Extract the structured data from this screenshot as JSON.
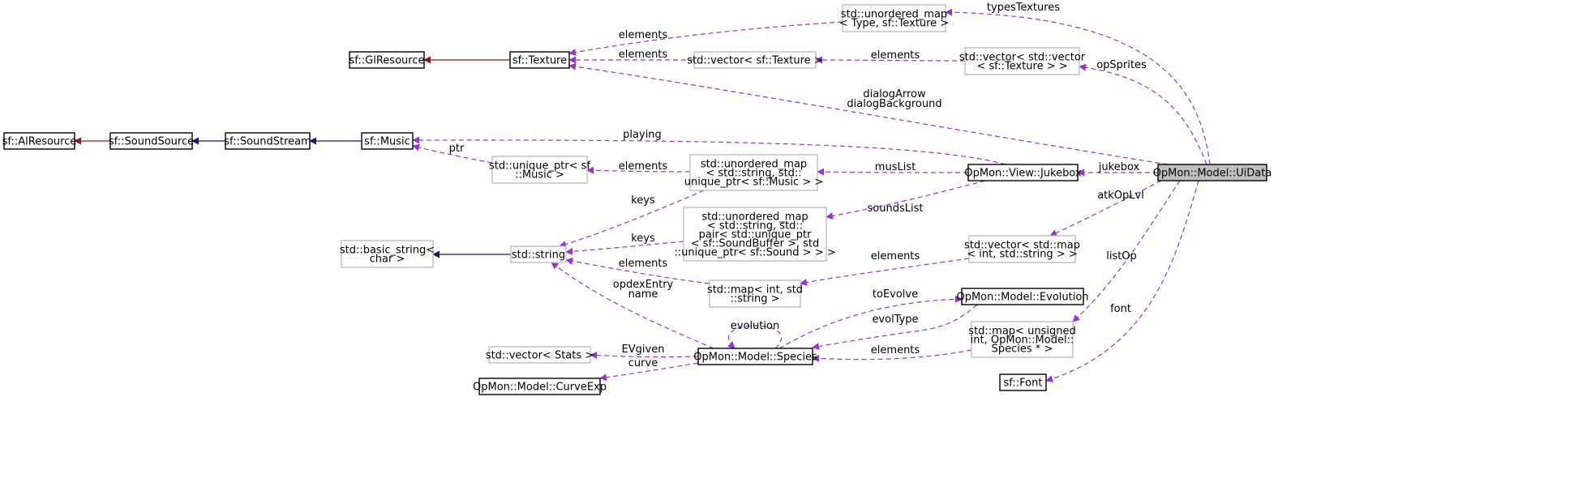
{
  "colors": {
    "usage": "#9a32cd",
    "public_inheritance": "#191970",
    "protected_inheritance": "#8b1a1a",
    "documented_border": "#000000",
    "undocumented_border": "#bfbfbf",
    "highlight_fill": "#bfbfbf"
  },
  "nodes": [
    {
      "id": "n_alres",
      "lines": [
        "sf::AlResource"
      ],
      "style": "doc"
    },
    {
      "id": "n_soundsource",
      "lines": [
        "sf::SoundSource"
      ],
      "style": "doc"
    },
    {
      "id": "n_soundstream",
      "lines": [
        "sf::SoundStream"
      ],
      "style": "doc"
    },
    {
      "id": "n_music",
      "lines": [
        "sf::Music"
      ],
      "style": "doc"
    },
    {
      "id": "n_glres",
      "lines": [
        "sf::GlResource"
      ],
      "style": "doc"
    },
    {
      "id": "n_texture",
      "lines": [
        "sf::Texture"
      ],
      "style": "doc"
    },
    {
      "id": "n_umap_type",
      "lines": [
        "std::unordered_map",
        "< Type, sf::Texture >"
      ],
      "style": "undoc"
    },
    {
      "id": "n_vec_texture",
      "lines": [
        "std::vector< sf::Texture >"
      ],
      "style": "undoc"
    },
    {
      "id": "n_vecvec_texture",
      "lines": [
        "std::vector< std::vector",
        "< sf::Texture > >"
      ],
      "style": "undoc"
    },
    {
      "id": "n_uptr_music",
      "lines": [
        "std::unique_ptr< sf",
        "::Music >"
      ],
      "style": "undoc"
    },
    {
      "id": "n_umap_music",
      "lines": [
        "std::unordered_map",
        "< std::string, std::",
        "unique_ptr< sf::Music > >"
      ],
      "style": "undoc"
    },
    {
      "id": "n_jukebox",
      "lines": [
        "OpMon::View::Jukebox"
      ],
      "style": "doc"
    },
    {
      "id": "n_uidata",
      "lines": [
        "OpMon::Model::UiData"
      ],
      "style": "highlight"
    },
    {
      "id": "n_basic_string",
      "lines": [
        "std::basic_string<",
        "char >"
      ],
      "style": "undoc"
    },
    {
      "id": "n_string",
      "lines": [
        "std::string"
      ],
      "style": "undoc"
    },
    {
      "id": "n_umap_sound",
      "lines": [
        "std::unordered_map",
        "< std::string, std::",
        "pair< std::unique_ptr",
        "< sf::SoundBuffer >, std",
        "::unique_ptr< sf::Sound > > >"
      ],
      "style": "undoc"
    },
    {
      "id": "n_vec_map",
      "lines": [
        "std::vector< std::map",
        "< int, std::string > >"
      ],
      "style": "undoc"
    },
    {
      "id": "n_map_int_string",
      "lines": [
        "std::map< int, std",
        "::string >"
      ],
      "style": "undoc"
    },
    {
      "id": "n_evolution",
      "lines": [
        "OpMon::Model::Evolution"
      ],
      "style": "doc"
    },
    {
      "id": "n_vec_stats",
      "lines": [
        "std::vector< Stats >"
      ],
      "style": "undoc"
    },
    {
      "id": "n_species",
      "lines": [
        "OpMon::Model::Species"
      ],
      "style": "doc"
    },
    {
      "id": "n_map_species",
      "lines": [
        "std::map< unsigned",
        "int, OpMon::Model::",
        "Species * >"
      ],
      "style": "undoc"
    },
    {
      "id": "n_curveexp",
      "lines": [
        "OpMon::Model::CurveExp"
      ],
      "style": "doc"
    },
    {
      "id": "n_font",
      "lines": [
        "sf::Font"
      ],
      "style": "doc"
    }
  ],
  "edges": [
    {
      "id": "e_soundsource_alres",
      "kind": "protected",
      "labels": []
    },
    {
      "id": "e_soundstream_soundsource",
      "kind": "public",
      "labels": []
    },
    {
      "id": "e_music_soundstream",
      "kind": "public",
      "labels": []
    },
    {
      "id": "e_texture_glres",
      "kind": "protected",
      "labels": []
    },
    {
      "id": "e_string_basic",
      "kind": "public",
      "labels": []
    },
    {
      "id": "e_umaptype_texture",
      "kind": "usage",
      "labels": [
        "elements"
      ]
    },
    {
      "id": "e_vectex_texture",
      "kind": "usage",
      "labels": [
        "elements"
      ]
    },
    {
      "id": "e_vecvec_vectex",
      "kind": "usage",
      "labels": [
        "elements"
      ]
    },
    {
      "id": "e_uidata_texture",
      "kind": "usage",
      "labels": [
        "dialogArrow",
        "dialogBackground"
      ]
    },
    {
      "id": "e_uidata_umaptype",
      "kind": "usage",
      "labels": [
        "typesTextures"
      ]
    },
    {
      "id": "e_uidata_vecvec",
      "kind": "usage",
      "labels": [
        "opSprites"
      ]
    },
    {
      "id": "e_uptr_music",
      "kind": "usage",
      "labels": [
        "ptr"
      ]
    },
    {
      "id": "e_jukebox_music",
      "kind": "usage",
      "labels": [
        "playing"
      ]
    },
    {
      "id": "e_umapmusic_uptr",
      "kind": "usage",
      "labels": [
        "elements"
      ]
    },
    {
      "id": "e_jukebox_umapmusic",
      "kind": "usage",
      "labels": [
        "musList"
      ]
    },
    {
      "id": "e_uidata_jukebox",
      "kind": "usage",
      "labels": [
        "jukebox"
      ]
    },
    {
      "id": "e_umapmusic_string",
      "kind": "usage",
      "labels": [
        "keys"
      ]
    },
    {
      "id": "e_umapsound_string",
      "kind": "usage",
      "labels": [
        "keys"
      ]
    },
    {
      "id": "e_jukebox_umapsound",
      "kind": "usage",
      "labels": [
        "soundsList"
      ]
    },
    {
      "id": "e_mapintstring_string",
      "kind": "usage",
      "labels": [
        "elements"
      ]
    },
    {
      "id": "e_species_string",
      "kind": "usage",
      "labels": [
        "opdexEntry",
        "name"
      ]
    },
    {
      "id": "e_vecmap_mapintstring",
      "kind": "usage",
      "labels": [
        "elements"
      ]
    },
    {
      "id": "e_uidata_vecmap",
      "kind": "usage",
      "labels": [
        "atkOpLvl"
      ]
    },
    {
      "id": "e_species_species",
      "kind": "usage",
      "labels": [
        "evolution"
      ]
    },
    {
      "id": "e_species_evolution",
      "kind": "usage",
      "labels": [
        "toEvolve"
      ]
    },
    {
      "id": "e_evolution_species",
      "kind": "usage",
      "labels": [
        "evolType"
      ]
    },
    {
      "id": "e_species_vecstats",
      "kind": "usage",
      "labels": [
        "EVgiven"
      ]
    },
    {
      "id": "e_species_curveexp",
      "kind": "usage",
      "labels": [
        "curve"
      ]
    },
    {
      "id": "e_mapspecies_species",
      "kind": "usage",
      "labels": [
        "elements"
      ]
    },
    {
      "id": "e_uidata_mapspecies",
      "kind": "usage",
      "labels": [
        "listOp"
      ]
    },
    {
      "id": "e_uidata_font",
      "kind": "usage",
      "labels": [
        "font"
      ]
    }
  ]
}
